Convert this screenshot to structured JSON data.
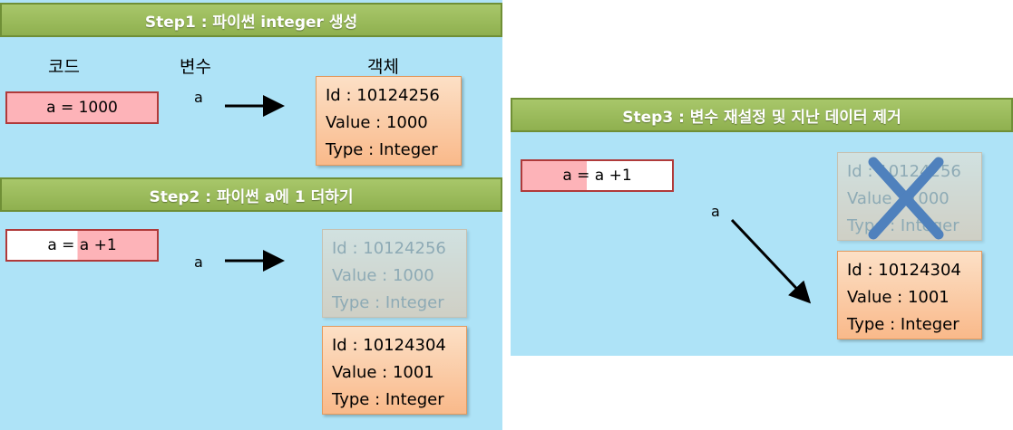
{
  "step1": {
    "title": "Step1 : 파이썬 integer 생성",
    "headers": {
      "code": "코드",
      "var": "변수",
      "obj": "객체"
    },
    "code": "a = 1000",
    "var": "a",
    "object": {
      "id": "Id : 10124256",
      "value": "Value :  1000",
      "type": "Type : Integer"
    }
  },
  "step2": {
    "title": "Step2 : 파이썬 a에 1 더하기",
    "code": "a = a +1",
    "var": "a",
    "old_object": {
      "id": "Id : 10124256",
      "value": "Value :  1000",
      "type": "Type : Integer"
    },
    "new_object": {
      "id": "Id : 10124304",
      "value": "Value :  1001",
      "type": "Type : Integer"
    }
  },
  "step3": {
    "title": "Step3 : 변수 재설정 및 지난 데이터 제거",
    "code": "a = a +1",
    "var": "a",
    "old_object": {
      "id": "Id : 10124256",
      "value": "Value :  1000",
      "type": "Type : Integer"
    },
    "new_object": {
      "id": "Id : 10124304",
      "value": "Value :  1001",
      "type": "Type : Integer"
    }
  },
  "colors": {
    "panel_bg": "#aee3f7",
    "title_bg": "#9bbb59",
    "code_bg": "#fdb3b8",
    "code_border": "#b03a3a",
    "object_bg": "#fac090",
    "cross": "#4f81bd"
  }
}
